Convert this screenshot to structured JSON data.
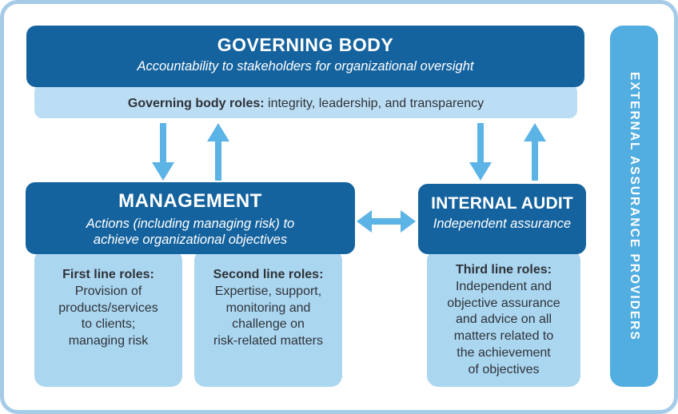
{
  "governing_body": {
    "title": "GOVERNING BODY",
    "subtitle": "Accountability to stakeholders for organizational oversight",
    "roles_bold": "Governing body roles:",
    "roles_rest": " integrity, leadership, and transparency"
  },
  "management": {
    "title": "MANAGEMENT",
    "subtitle": "Actions (including managing risk) to\nachieve organizational objectives"
  },
  "internal_audit": {
    "title": "INTERNAL AUDIT",
    "subtitle": "Independent assurance"
  },
  "line_roles": [
    {
      "heading": "First line roles:",
      "body": "Provision of\nproducts/services\nto clients;\nmanaging risk"
    },
    {
      "heading": "Second line roles:",
      "body": "Expertise, support,\nmonitoring and\nchallenge on\nrisk-related matters"
    },
    {
      "heading": "Third line roles:",
      "body": "Independent and\nobjective assurance\nand advice on all\nmatters related to\nthe achievement\nof objectives"
    }
  ],
  "external_bar": {
    "label": "EXTERNAL ASSURANCE PROVIDERS"
  },
  "icons": {
    "down_arrow": "down-arrow-icon",
    "up_arrow": "up-arrow-icon",
    "double_arrow": "left-right-arrow-icon"
  },
  "colors": {
    "dark_blue": "#15639E",
    "light_blue_panel": "#ABD6F0",
    "roles_bar_blue": "#BCDEF5",
    "arrow_blue": "#5CB3E6",
    "external_bar_blue": "#52ADE0",
    "border_blue": "#A6CBE6",
    "text_dark": "#2E3338"
  }
}
